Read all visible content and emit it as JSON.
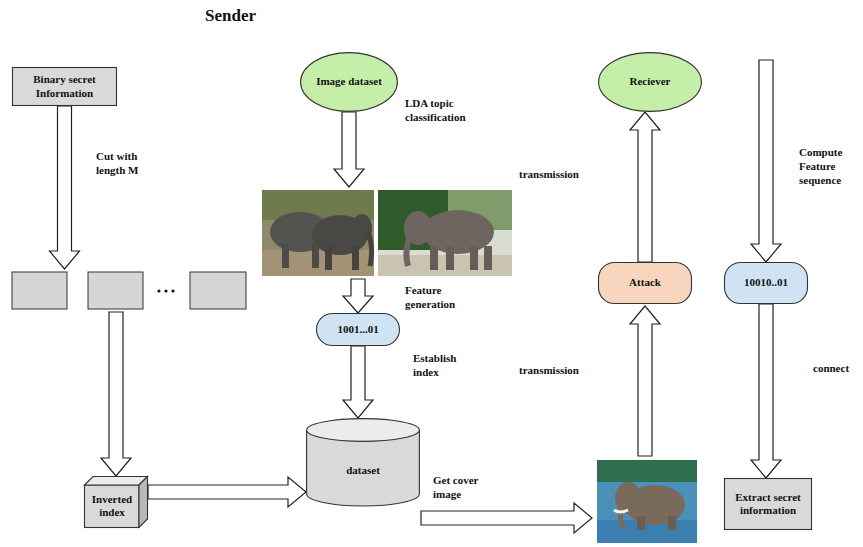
{
  "diagram": {
    "title": "Sender",
    "nodes": [
      {
        "text": [
          "Binary secret Information"
        ]
      },
      {
        "text": [
          "Image dataset"
        ]
      },
      {
        "text": [
          "1001...01"
        ]
      },
      {
        "text": [
          "Inverted index"
        ]
      },
      {
        "text": [
          "dataset"
        ]
      },
      {
        "text": [
          "Reciever"
        ]
      },
      {
        "text": [
          "Attack"
        ]
      },
      {
        "text": [
          "10010..01"
        ]
      },
      {
        "text": [
          "Extract secret information"
        ]
      }
    ],
    "edges": [
      {
        "from": 0,
        "to": 3,
        "label": "Cut with length M",
        "arrow": "to"
      },
      {
        "from": 1,
        "to": 2,
        "label": "LDA topic classification",
        "arrow": "to"
      },
      {
        "from": 2,
        "to": 4,
        "label": "Establish index",
        "arrow": "to"
      },
      {
        "from": 3,
        "to": 4,
        "arrow": "to"
      },
      {
        "from": 6,
        "to": 5,
        "label": "transmission",
        "arrow": "to"
      },
      {
        "from": 5,
        "to": 7,
        "label": "Compute Feature sequence",
        "arrow": "to"
      },
      {
        "from": 7,
        "to": 8,
        "label": "connect",
        "arrow": "to"
      }
    ],
    "labels": [
      "Feature generation",
      "Get cover image",
      "transmission"
    ]
  }
}
